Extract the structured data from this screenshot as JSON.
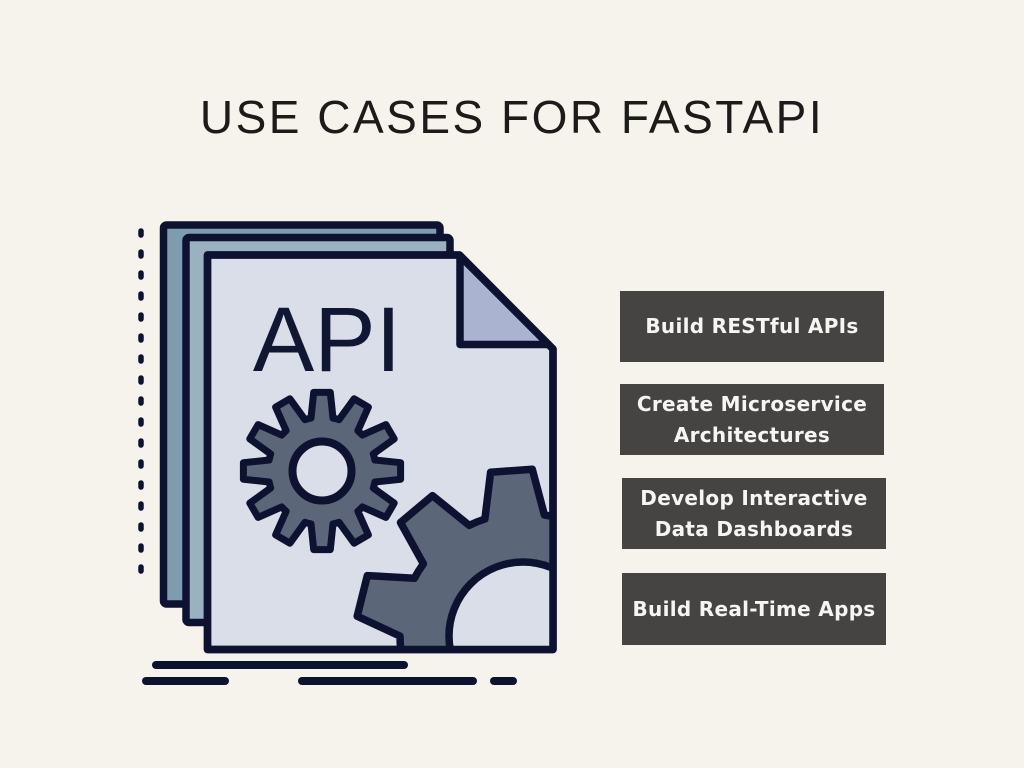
{
  "title": "USE CASES FOR FASTAPI",
  "illustration": {
    "doc_label": "API",
    "description": "stack of three pages with folded corner, two gears, dotted spine, underline strokes"
  },
  "use_cases": [
    {
      "label": "Build RESTful APIs"
    },
    {
      "label": "Create Microservice\nArchitectures"
    },
    {
      "label": "Develop Interactive\nData Dashboards"
    },
    {
      "label": "Build Real-Time Apps"
    }
  ],
  "colors": {
    "background": "#f6f3ed",
    "title_text": "#1d1b1a",
    "case_box_background": "#454442",
    "case_box_text": "#f7f5f2",
    "outline_navy": "#0d1230",
    "page_back_1": "#7f9bae",
    "page_back_2": "#9ab1c0",
    "page_front": "#d9dee9",
    "page_fold": "#aab3d0",
    "gear_fill": "#5b6678"
  }
}
